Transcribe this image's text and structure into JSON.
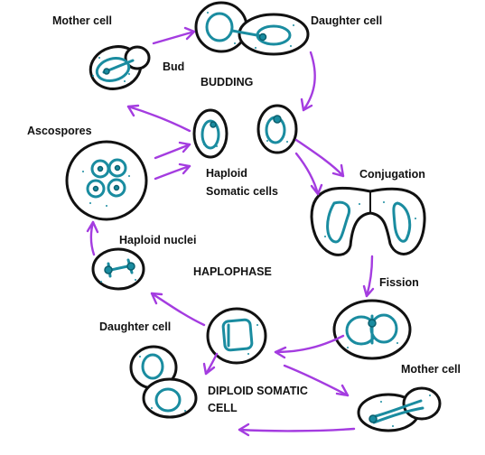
{
  "labels": {
    "mother_cell_top": "Mother cell",
    "daughter_cell_top": "Daughter cell",
    "bud": "Bud",
    "budding": "BUDDING",
    "ascospores": "Ascospores",
    "haploid_somatic_line1": "Haploid",
    "haploid_somatic_line2": "Somatic cells",
    "conjugation": "Conjugation",
    "haploid_nuclei": "Haploid nuclei",
    "haplophase": "HAPLOPHASE",
    "fission": "Fission",
    "daughter_cell_bottom": "Daughter cell",
    "mother_cell_bottom": "Mother cell",
    "diploid_line1": "DIPLOID SOMATIC",
    "diploid_line2": "CELL"
  },
  "colors": {
    "arrow": "#a43ce0",
    "cell_outline": "#111111",
    "cell_interior": "#1a8ca0"
  }
}
